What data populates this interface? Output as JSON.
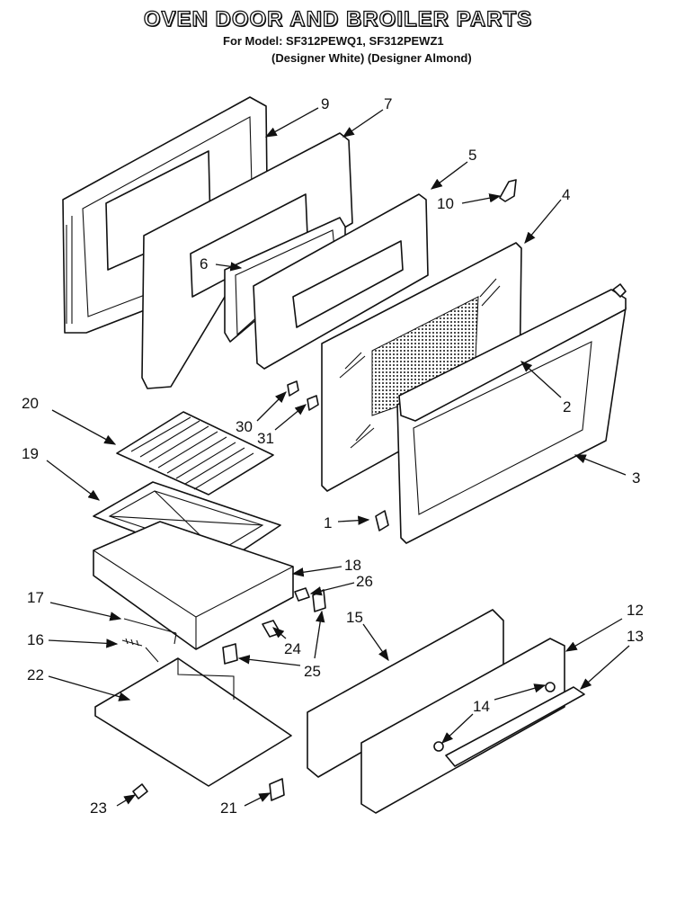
{
  "diagram": {
    "title": "OVEN DOOR AND BROILER PARTS",
    "model_line": "For Model: SF312PEWQ1, SF312PEWZ1",
    "variant_line": "(Designer White) (Designer Almond)",
    "part_labels": {
      "p1": "1",
      "p2": "2",
      "p3": "3",
      "p4": "4",
      "p5": "5",
      "p6": "6",
      "p7": "7",
      "p9": "9",
      "p10": "10",
      "p12": "12",
      "p13": "13",
      "p14": "14",
      "p15": "15",
      "p16": "16",
      "p17": "17",
      "p18": "18",
      "p19": "19",
      "p20": "20",
      "p21": "21",
      "p22": "22",
      "p23": "23",
      "p24": "24",
      "p25": "25",
      "p26": "26",
      "p30": "30",
      "p31": "31"
    }
  }
}
